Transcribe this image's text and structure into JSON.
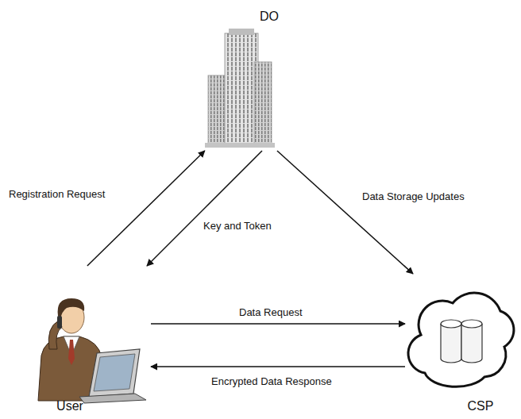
{
  "diagram": {
    "nodes": [
      {
        "text": [
          "DO"
        ]
      },
      {
        "text": [
          "User"
        ]
      },
      {
        "text": [
          "CSP"
        ]
      }
    ],
    "edges": [
      {
        "from": 1,
        "to": 0,
        "arrow": "to",
        "label": "Registration Request"
      },
      {
        "from": 0,
        "to": 1,
        "arrow": "to",
        "label": "Key and Token"
      },
      {
        "from": 0,
        "to": 2,
        "arrow": "to",
        "label": "Data Storage Updates"
      },
      {
        "from": 1,
        "to": 2,
        "arrow": "to",
        "label": "Data Request"
      },
      {
        "from": 2,
        "to": 1,
        "arrow": "to",
        "label": "Encrypted Data Response"
      }
    ]
  }
}
